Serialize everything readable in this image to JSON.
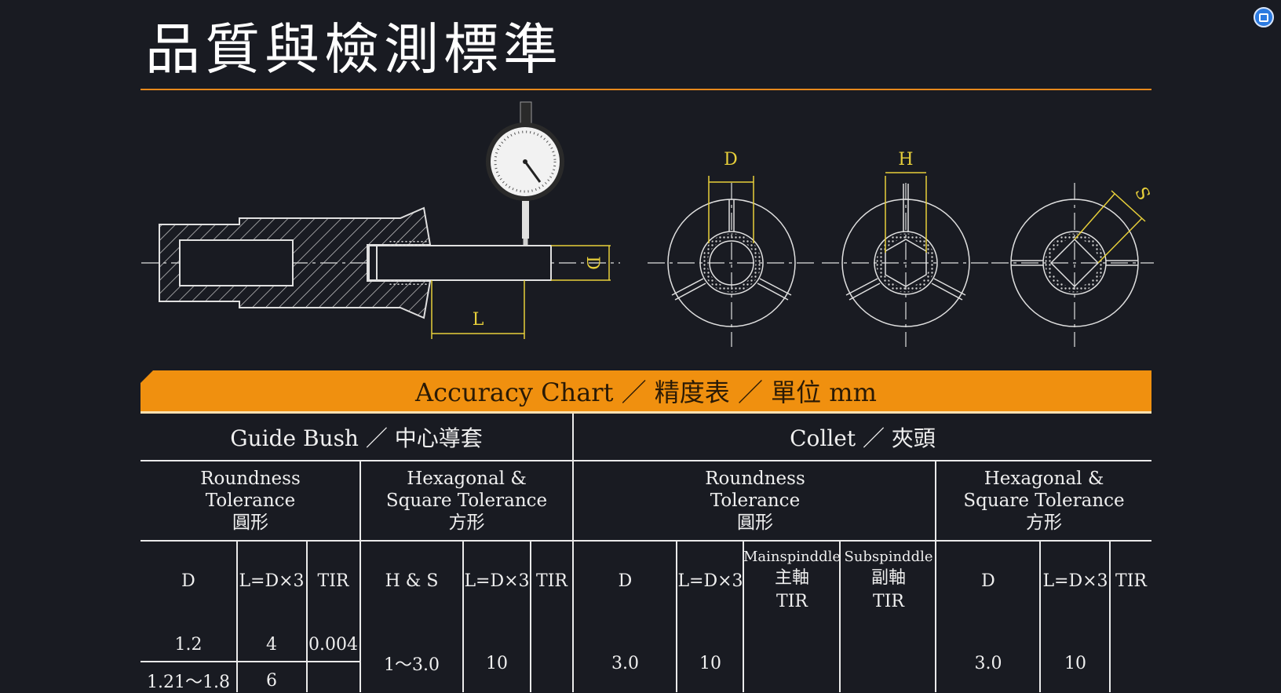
{
  "page": {
    "title": "品質與檢測標準"
  },
  "drawing": {
    "labels": {
      "D": "D",
      "L": "L",
      "H": "H",
      "S": "S"
    }
  },
  "chart": {
    "band_title": "Accuracy Chart ／ 精度表 ／ 單位 mm",
    "groups": {
      "guide_bush": "Guide Bush ／ 中心導套",
      "collet": "Collet ／ 夾頭"
    },
    "subgroups": {
      "gb_round": [
        "Roundness",
        "Tolerance",
        "圓形"
      ],
      "gb_hex": [
        "Hexagonal &",
        "Square Tolerance",
        "方形"
      ],
      "co_round": [
        "Roundness",
        "Tolerance",
        "圓形"
      ],
      "co_hex": [
        "Hexagonal &",
        "Square Tolerance",
        "方形"
      ]
    },
    "columns": {
      "gb_round_d": "D",
      "gb_round_l": "L=D×3",
      "gb_round_tir": "TIR",
      "gb_hex_hs": "H & S",
      "gb_hex_l": "L=D×3",
      "gb_hex_tir": "TIR",
      "co_round_d": "D",
      "co_round_l": "L=D×3",
      "co_main": [
        "Mainspinddle",
        "主軸",
        "TIR"
      ],
      "co_sub": [
        "Subspinddle",
        "副軸",
        "TIR"
      ],
      "co_hex_d": "D",
      "co_hex_l": "L=D×3",
      "co_hex_tir": "TIR"
    },
    "rows": {
      "gb_round": [
        {
          "d": "1.2",
          "l": "4",
          "tir": "0.004"
        },
        {
          "d": "1.21～1.8",
          "l": "6",
          "tir": ""
        }
      ],
      "gb_hex": {
        "hs": "1～3.0",
        "l": "10",
        "tir": ""
      },
      "co_round": {
        "d": "3.0",
        "l": "10",
        "main": "",
        "sub": ""
      },
      "co_hex": {
        "d": "3.0",
        "l": "10",
        "tir": ""
      }
    }
  },
  "colors": {
    "background": "#191b22",
    "accent": "#f0900f",
    "line": "#e8891c",
    "dimension": "#e7cf3a"
  },
  "icons": [
    "screen-capture-icon"
  ]
}
